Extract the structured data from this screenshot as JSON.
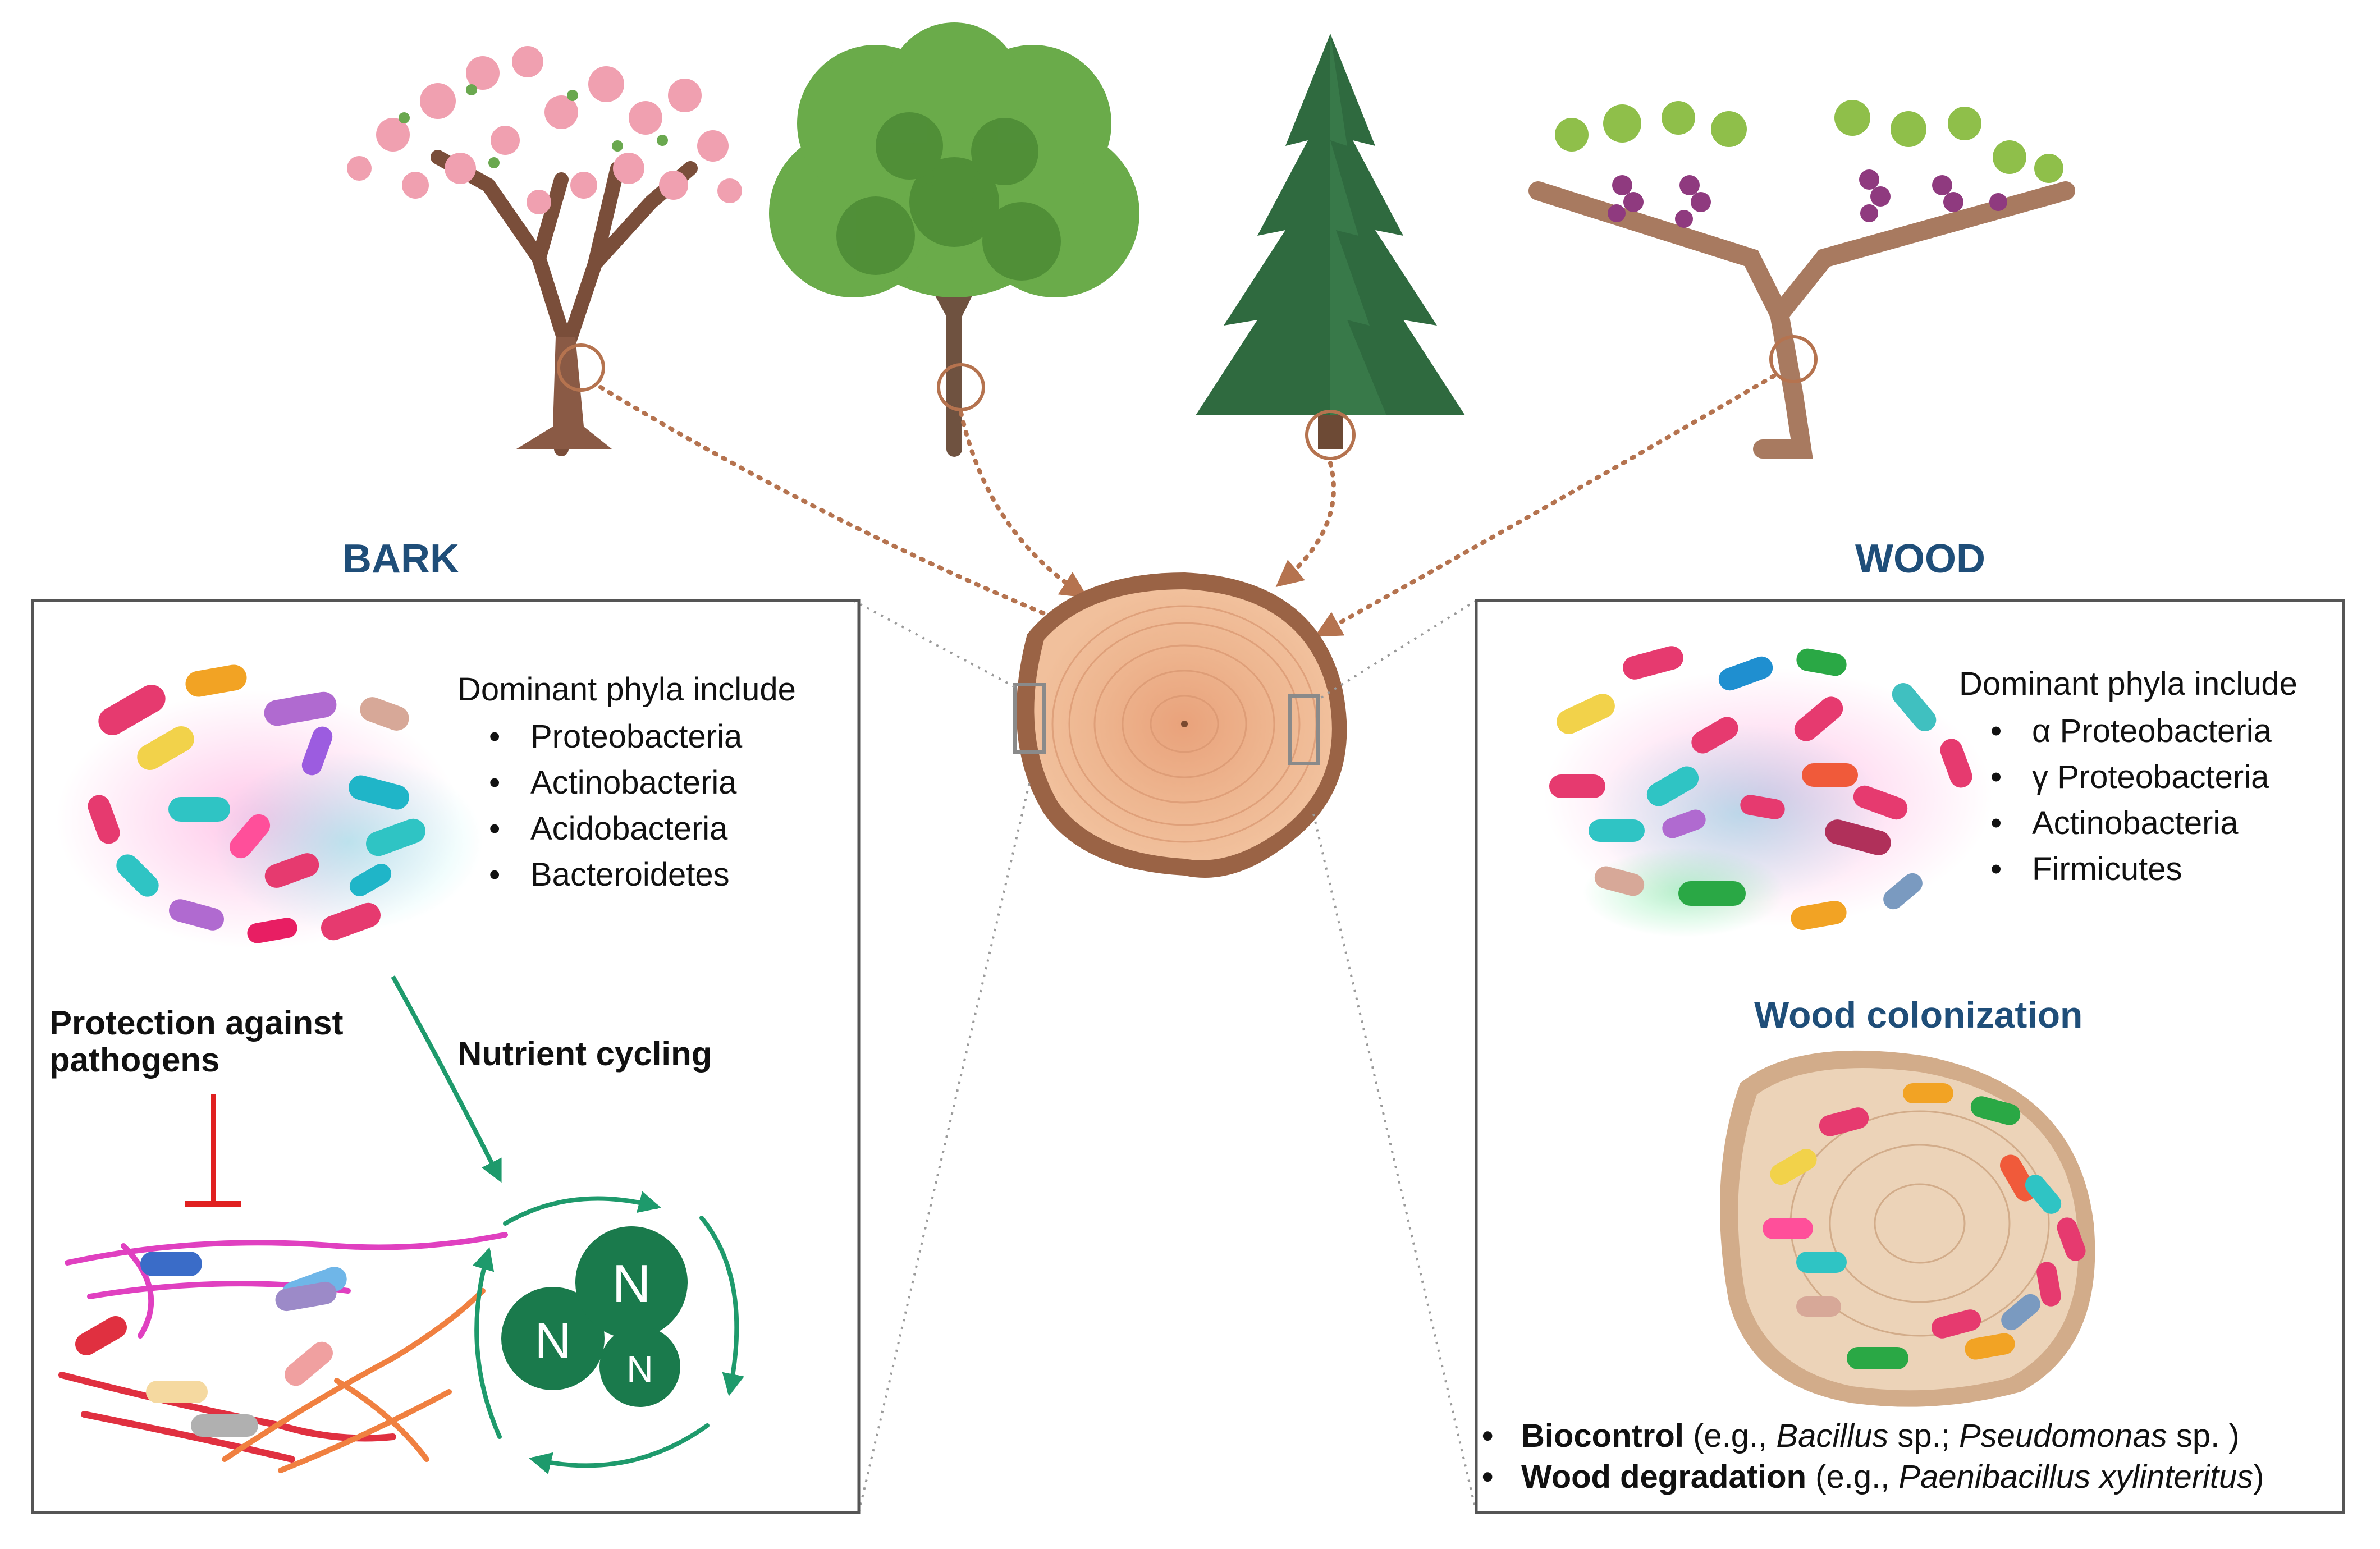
{
  "bark": {
    "title": "BARK",
    "phyla_heading": "Dominant phyla include",
    "phyla": [
      "Proteobacteria",
      "Actinobacteria",
      "Acidobacteria",
      "Bacteroidetes"
    ],
    "role_protection": "Protection against pathogens",
    "role_protection_line1": "Protection against",
    "role_protection_line2": "pathogens",
    "role_nutrient": "Nutrient cycling",
    "nitrogen_symbol": "N"
  },
  "wood": {
    "title": "WOOD",
    "phyla_heading": "Dominant phyla include",
    "phyla": [
      "α Proteobacteria",
      "γ Proteobacteria",
      "Actinobacteria",
      "Firmicutes"
    ],
    "colonization_title": "Wood colonization",
    "biocontrol": {
      "label": "Biocontrol",
      "pre": " (e.g., ",
      "genus1": "Bacillus",
      "mid": " sp.; ",
      "genus2": "Pseudomonas",
      "post": " sp. )"
    },
    "degradation": {
      "label": "Wood degradation",
      "pre": " (e.g., ",
      "species": "Paenibacillus xylinteritus",
      "post": ")"
    }
  },
  "trees": [
    "flowering-tree",
    "broadleaf-tree",
    "conifer-tree",
    "grapevine"
  ],
  "colors": {
    "title_blue": "#1f4e79",
    "arrow_brown": "#b5734f",
    "green_arrow": "#1e9a6c",
    "inhibit_red": "#e02020",
    "nitrogen_green": "#1a7a4c",
    "wood_light": "#e6b08a",
    "bark_brown": "#9a6345"
  }
}
